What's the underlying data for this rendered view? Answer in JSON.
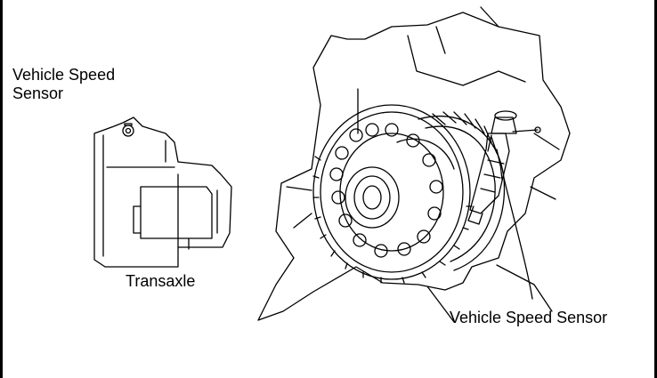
{
  "labels": {
    "vehicle_speed_sensor_left_line1": "Vehicle Speed",
    "vehicle_speed_sensor_left_line2": "Sensor",
    "transaxle": "Transaxle",
    "vehicle_speed_sensor_right": "Vehicle Speed Sensor"
  },
  "colors": {
    "ink": "#000000",
    "background": "#ffffff"
  }
}
